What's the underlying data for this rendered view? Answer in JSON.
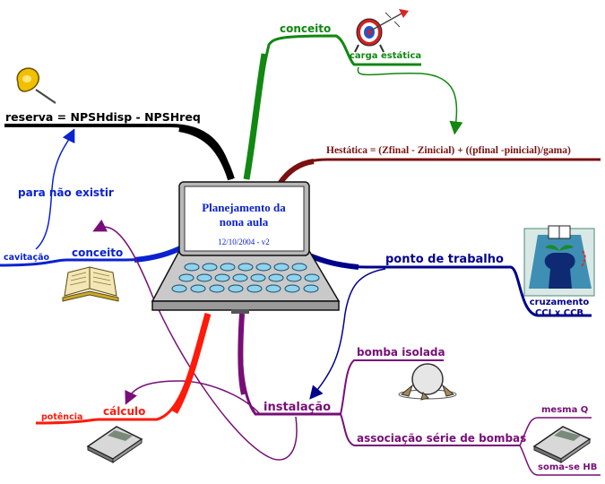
{
  "center": {
    "title_line1": "Planejamento da",
    "title_line2": "nona aula",
    "date_version": "12/10/2004 - v2"
  },
  "branches": {
    "conceito_top": "conceito",
    "carga_estatica": "carga estática",
    "hestatica": "Hestática = (Zfinal - Zinicial) + ((pfinal -pinicial)/gama)",
    "reserva": "reserva = NPSHdisp - NPSHreq",
    "para_nao_existir": "para não existir",
    "cavitacao": "cavitação",
    "conceito_left": "conceito",
    "ponto_de_trabalho": "ponto de trabalho",
    "cruzamento_line1": "cruzamento",
    "cruzamento_line2": "CCI x CCB",
    "bomba_isolada": "bomba isolada",
    "instalacao": "instalação",
    "associacao": "associação série de bombas",
    "mesma_q": "mesma Q",
    "soma_se_hb": "soma-se HB",
    "calculo": "cálculo",
    "potencia": "potência"
  },
  "icons": [
    "pushpin-icon",
    "target-icon",
    "book-icon",
    "plant-logo-icon",
    "ball-figure-icon",
    "calculator-icon"
  ],
  "colors": {
    "green": "#118811",
    "darkred": "#7a1010",
    "black": "#000000",
    "blue": "#0a22d0",
    "navy": "#00008b",
    "purple": "#770f77",
    "red": "#ff1a0a"
  }
}
